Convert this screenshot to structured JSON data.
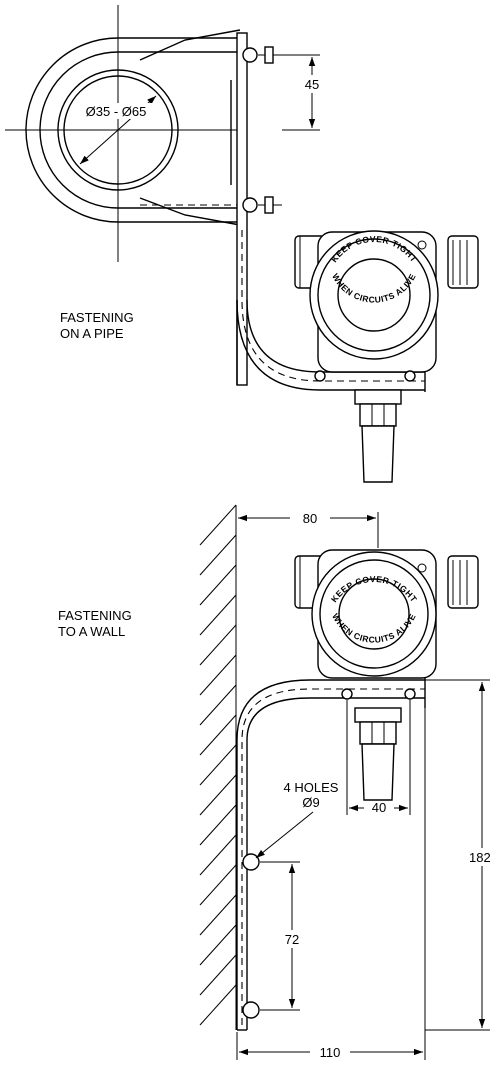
{
  "pipe_section": {
    "caption_line1": "FASTENING",
    "caption_line2": "ON A PIPE",
    "dim_diameter": "Ø35 - Ø65",
    "dim_bolt_spacing": "45"
  },
  "wall_section": {
    "caption_line1": "FASTENING",
    "caption_line2": "TO A WALL",
    "dim_depth": "80",
    "holes_line1": "4 HOLES",
    "holes_line2": "Ø9",
    "dim_hole_spacing": "72",
    "dim_base_width": "40",
    "dim_total_width": "110",
    "dim_height": "182"
  },
  "device": {
    "cover_text_top": "KEEP COVER TIGHT",
    "cover_text_bottom": "WHEN CIRCUITS ALIVE"
  }
}
